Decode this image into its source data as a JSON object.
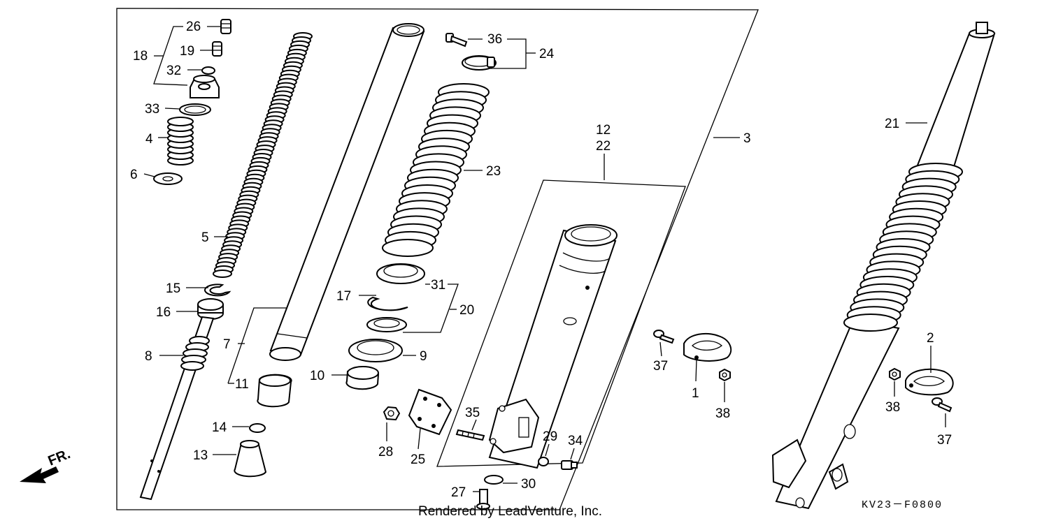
{
  "diagram": {
    "callouts": [
      {
        "id": "c26",
        "text": "26"
      },
      {
        "id": "c19",
        "text": "19"
      },
      {
        "id": "c18",
        "text": "18"
      },
      {
        "id": "c32",
        "text": "32"
      },
      {
        "id": "c33",
        "text": "33"
      },
      {
        "id": "c4",
        "text": "4"
      },
      {
        "id": "c6",
        "text": "6"
      },
      {
        "id": "c5",
        "text": "5"
      },
      {
        "id": "c15",
        "text": "15"
      },
      {
        "id": "c16",
        "text": "16"
      },
      {
        "id": "c8",
        "text": "8"
      },
      {
        "id": "c7",
        "text": "7"
      },
      {
        "id": "c11",
        "text": "11"
      },
      {
        "id": "c14",
        "text": "14"
      },
      {
        "id": "c13",
        "text": "13"
      },
      {
        "id": "c36",
        "text": "36"
      },
      {
        "id": "c24",
        "text": "24"
      },
      {
        "id": "c23",
        "text": "23"
      },
      {
        "id": "c31",
        "text": "31"
      },
      {
        "id": "c17",
        "text": "17"
      },
      {
        "id": "c20",
        "text": "20"
      },
      {
        "id": "c9",
        "text": "9"
      },
      {
        "id": "c10",
        "text": "10"
      },
      {
        "id": "c12",
        "text": "12"
      },
      {
        "id": "c22",
        "text": "22"
      },
      {
        "id": "c3",
        "text": "3"
      },
      {
        "id": "c35",
        "text": "35"
      },
      {
        "id": "c28",
        "text": "28"
      },
      {
        "id": "c25",
        "text": "25"
      },
      {
        "id": "c29",
        "text": "29"
      },
      {
        "id": "c34",
        "text": "34"
      },
      {
        "id": "c30",
        "text": "30"
      },
      {
        "id": "c27",
        "text": "27"
      },
      {
        "id": "c37a",
        "text": "37"
      },
      {
        "id": "c1",
        "text": "1"
      },
      {
        "id": "c38a",
        "text": "38"
      },
      {
        "id": "c21",
        "text": "21"
      },
      {
        "id": "c2",
        "text": "2"
      },
      {
        "id": "c38b",
        "text": "38"
      },
      {
        "id": "c37b",
        "text": "37"
      }
    ],
    "direction_label": "FR.",
    "diagram_code": "KV23－F0800",
    "credit": "Rendered by LeadVenture, Inc."
  }
}
